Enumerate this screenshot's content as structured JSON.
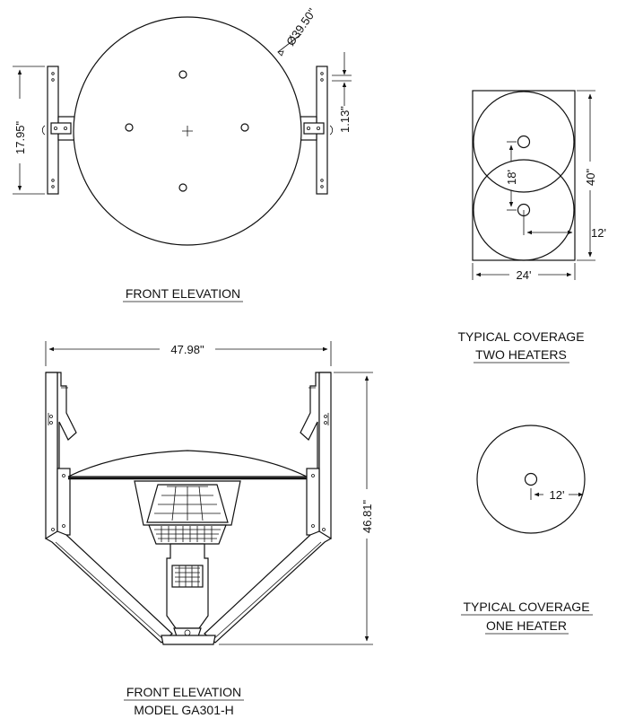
{
  "top_view": {
    "title": "FRONT ELEVATION",
    "diameter": "Ø39.50\"",
    "height": "17.95\"",
    "offset": "1.13\""
  },
  "bottom_view": {
    "title": "FRONT ELEVATION",
    "subtitle": "MODEL GA301-H",
    "width": "47.98\"",
    "height": "46.81\""
  },
  "two_heaters": {
    "title_line1": "TYPICAL COVERAGE",
    "title_line2": "TWO HEATERS",
    "spacing": "18'",
    "length": "40\"",
    "width": "24'",
    "radius": "12'"
  },
  "one_heater": {
    "title_line1": "TYPICAL COVERAGE",
    "title_line2": "ONE HEATER",
    "radius": "12'"
  }
}
